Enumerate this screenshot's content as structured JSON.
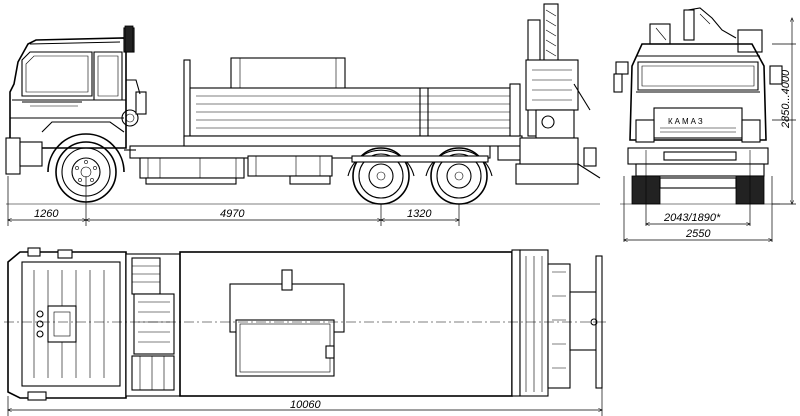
{
  "dimensions": {
    "front_overhang": "1260",
    "wheelbase": "4970",
    "rear_axle_spacing": "1320",
    "track": "2043/1890*",
    "overall_width": "2550",
    "overall_height": "2850...4000",
    "overall_length": "10060"
  },
  "badge": {
    "grille_text": "КАМАЗ"
  }
}
